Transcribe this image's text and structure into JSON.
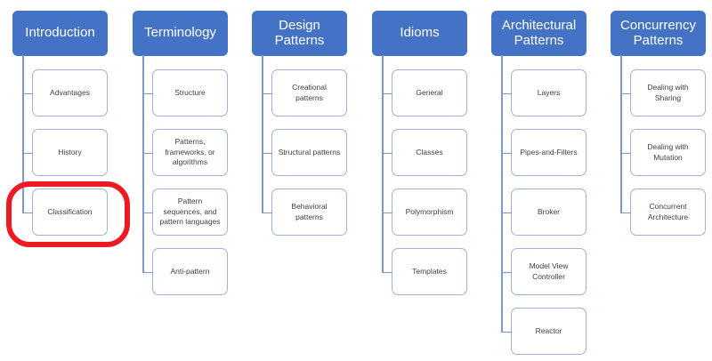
{
  "diagram": {
    "type": "hierarchy",
    "annotation": {
      "shape": "red-rounded-circle",
      "highlights": "Classification",
      "color": "#EC1B23"
    },
    "colors": {
      "header_fill": "#4472C4",
      "header_text": "#FFFFFF",
      "child_border": "#9DB4DC",
      "child_fill": "#FFFFFF",
      "child_text": "#3F3F3F",
      "connector": "#7D99C9",
      "background": "#FFFFFF"
    },
    "columns": [
      {
        "title": "Introduction",
        "children": [
          "Advantages",
          "History",
          "Classification"
        ]
      },
      {
        "title": "Terminology",
        "children": [
          "Structure",
          "Patterns, frameworks, or algorithms",
          "Pattern sequences, and pattern languages",
          "Anti-pattern"
        ]
      },
      {
        "title": "Design Patterns",
        "children": [
          "Creational patterns",
          "Structural patterns",
          "Behavioral patterns"
        ]
      },
      {
        "title": "Idioms",
        "children": [
          "General",
          "Classes",
          "Polymorphism",
          "Templates"
        ]
      },
      {
        "title": "Architectural Patterns",
        "children": [
          "Layers",
          "Pipes-and-Filters",
          "Broker",
          "Model View Controller",
          "Reactor"
        ]
      },
      {
        "title": "Concurrency Patterns",
        "children": [
          "Dealing with Sharing",
          "Dealing with Mutation",
          "Concurrent Architecture"
        ]
      }
    ]
  }
}
